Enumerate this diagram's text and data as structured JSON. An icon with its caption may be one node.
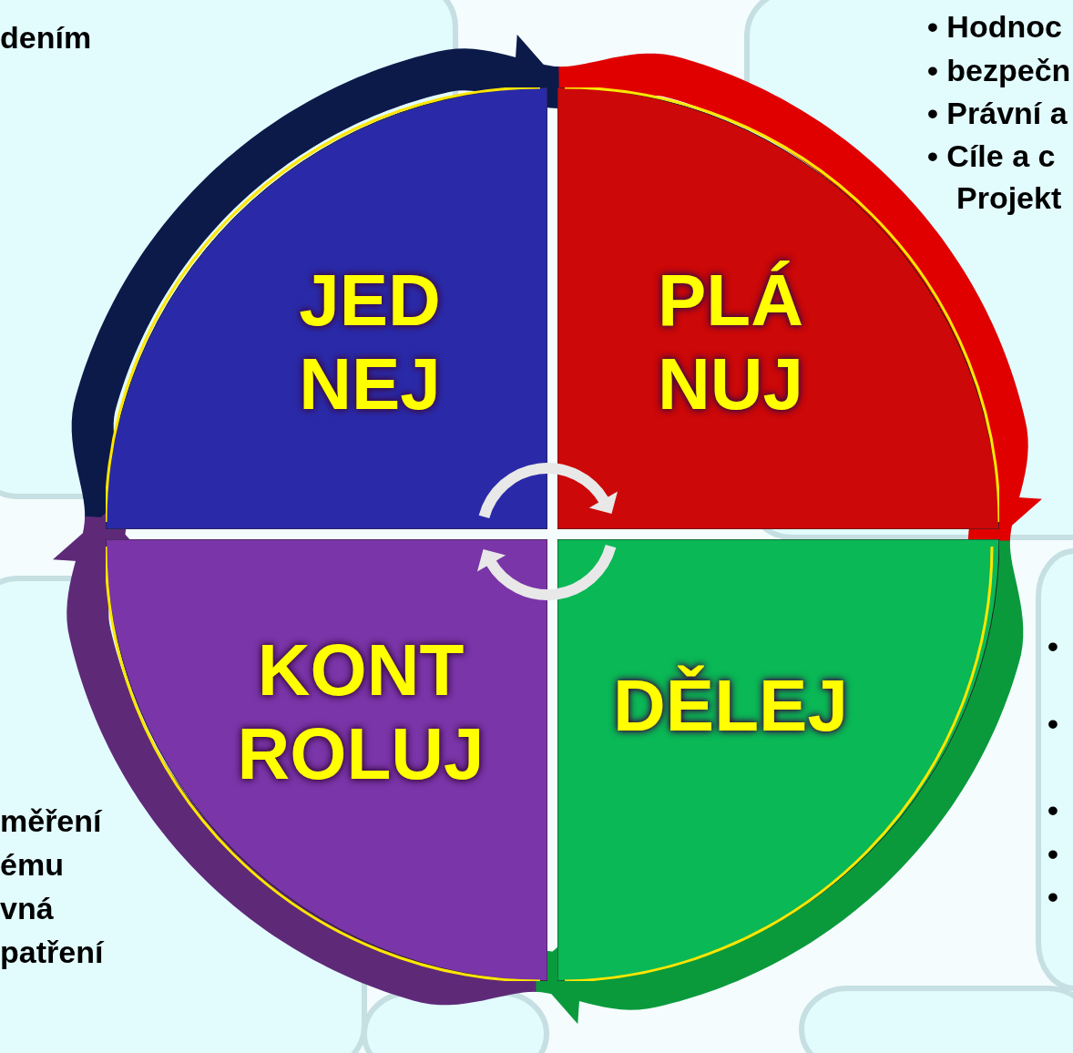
{
  "diagram": {
    "nodes": [
      {
        "text": [
          "JED NEJ"
        ]
      },
      {
        "text": [
          "PLÁ NUJ"
        ]
      },
      {
        "text": [
          "DĚLEJ"
        ]
      },
      {
        "text": [
          "KONT ROLUJ"
        ]
      }
    ],
    "edges": [
      {
        "from": 0,
        "to": 1,
        "arrow": "to",
        "color": "#0c1a4a"
      },
      {
        "from": 1,
        "to": 2,
        "arrow": "to",
        "color": "#e00000"
      },
      {
        "from": 2,
        "to": 3,
        "arrow": "to",
        "color": "#0a9a3c"
      },
      {
        "from": 3,
        "to": 0,
        "arrow": "to",
        "color": "#5e2a78"
      }
    ],
    "labels": [
      "dením",
      "• Hodnoc",
      "• bezpečn",
      "• Právní a",
      "• Cíle a c",
      "Projekt",
      "•",
      "•",
      "•",
      "•",
      "•",
      "měření",
      "ému",
      "vná",
      "patření"
    ]
  }
}
